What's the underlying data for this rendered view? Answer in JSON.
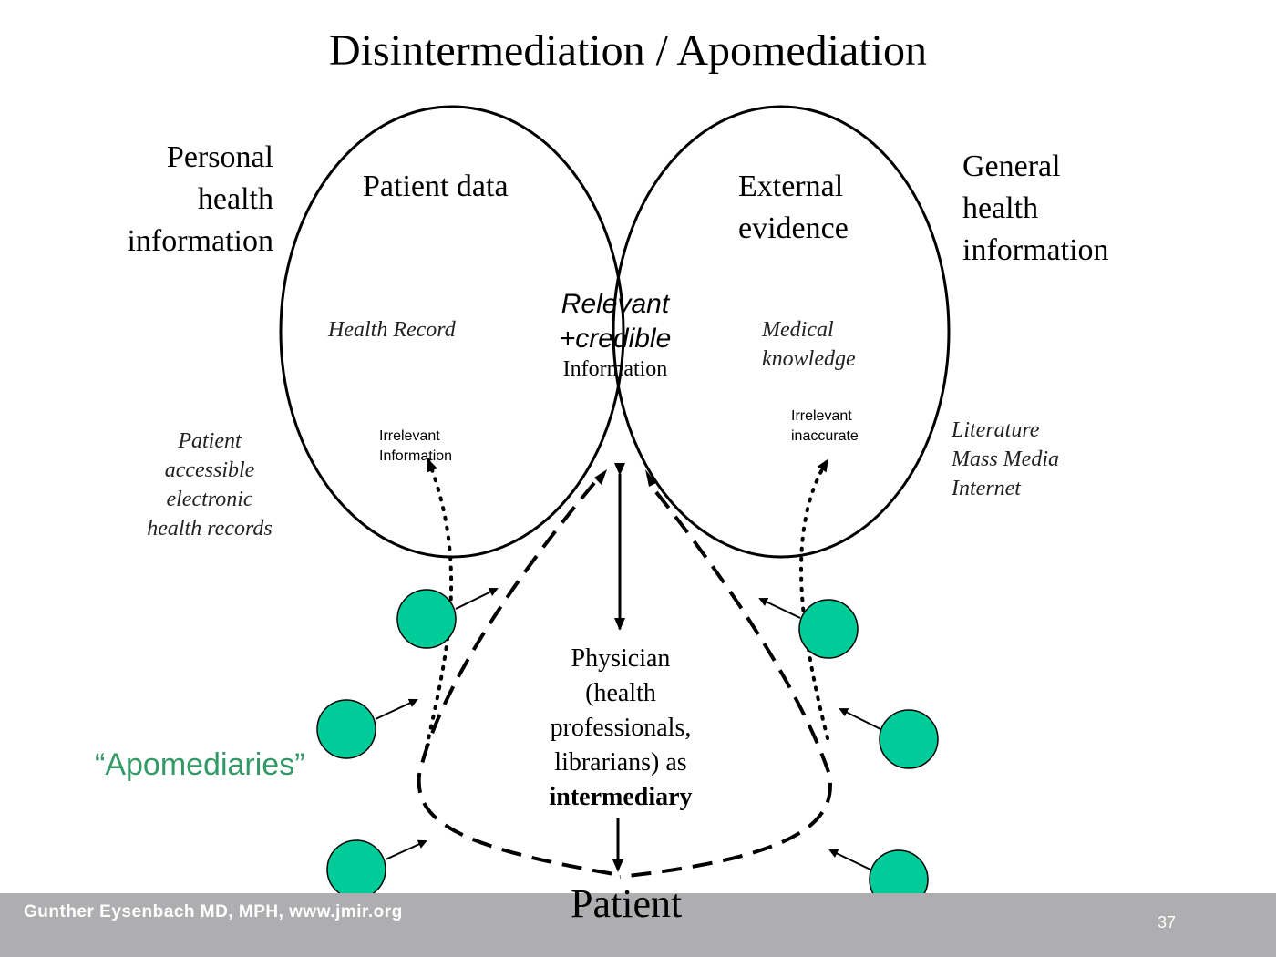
{
  "title": "Disintermediation / Apomediation",
  "left_heading": [
    "Personal",
    "health",
    "information"
  ],
  "right_heading": [
    "General",
    "health",
    "information"
  ],
  "left_circle": {
    "label": "Patient data",
    "inner_label": "Health Record",
    "irrelevant": [
      "Irrelevant",
      "Information"
    ]
  },
  "right_circle": {
    "label": [
      "External",
      "evidence"
    ],
    "inner_label": [
      "Medical",
      "knowledge"
    ],
    "irrelevant": [
      "Irrelevant",
      "inaccurate"
    ]
  },
  "intersection": {
    "line1": "Relevant",
    "line2": "+credible",
    "line3": "Information"
  },
  "left_source": [
    "Patient",
    "accessible",
    "electronic",
    "health records"
  ],
  "right_source": [
    "Literature",
    "Mass Media",
    "Internet"
  ],
  "intermediary": {
    "lines": [
      "Physician",
      "(health",
      "professionals,",
      "librarians) as"
    ],
    "bold": "intermediary"
  },
  "patient_label": "Patient",
  "apomediaries_label": "“Apomediaries”",
  "colors": {
    "apomediary_fill": "#00cc99",
    "apomediary_text": "#339966",
    "footer_bg": "#aeadb0"
  },
  "footer": {
    "author": "Gunther Eysenbach MD, MPH, www.jmir.org",
    "page_number": "37"
  }
}
